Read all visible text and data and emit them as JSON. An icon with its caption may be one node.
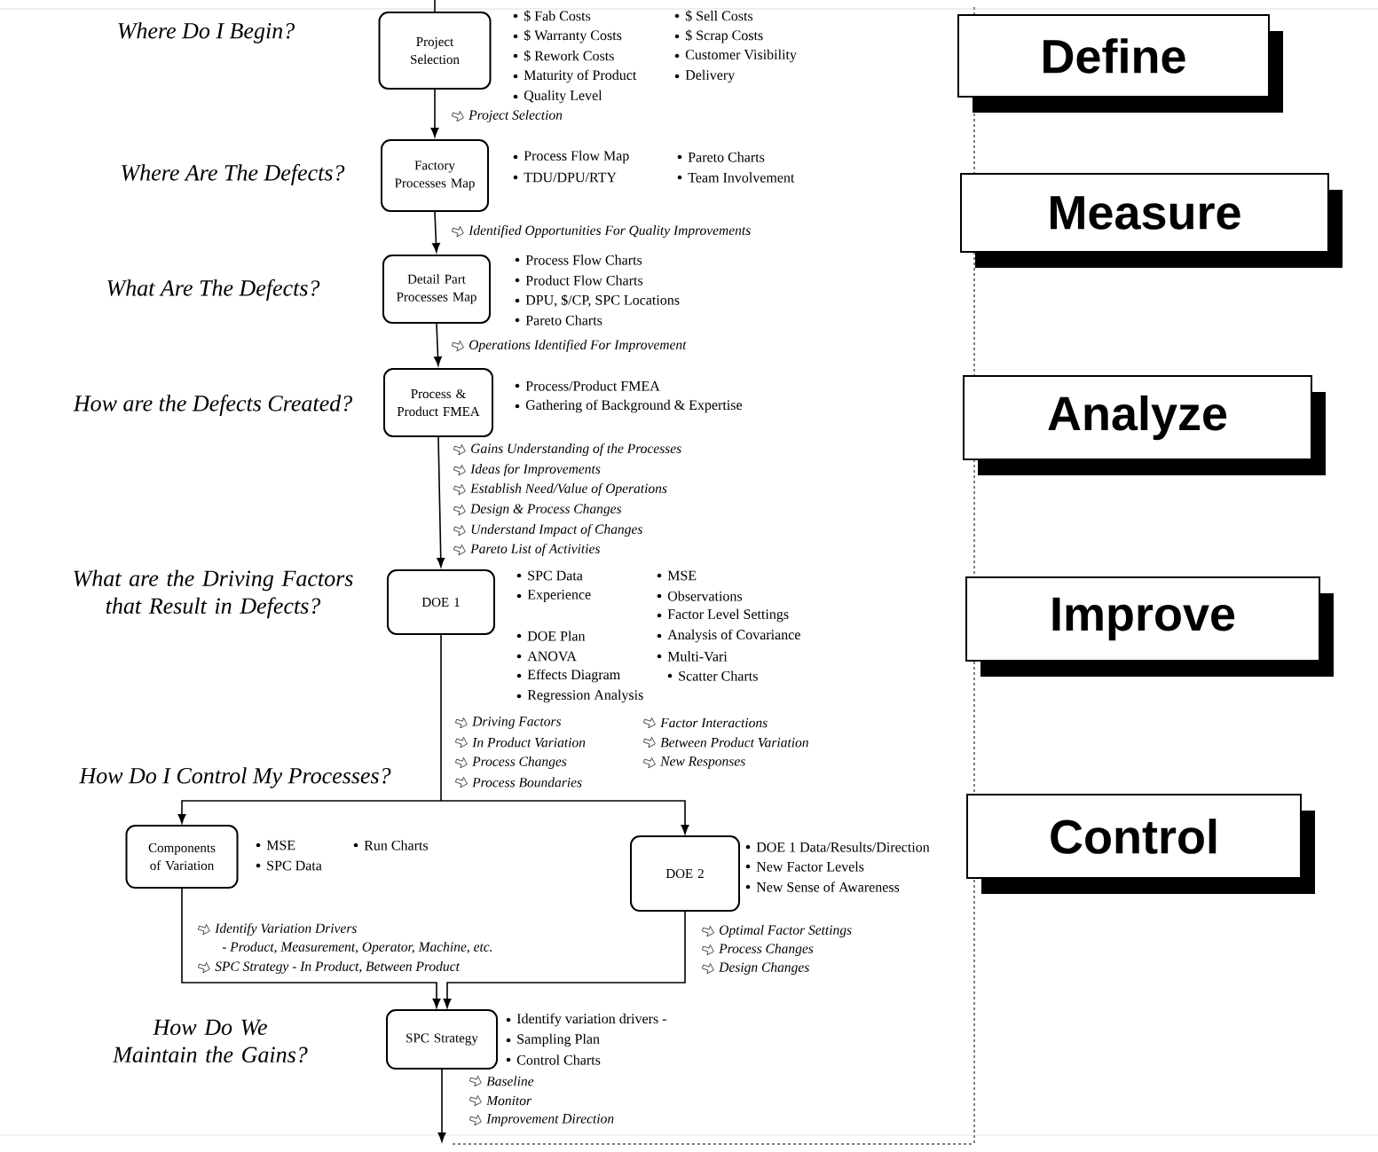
{
  "diagram": {
    "nodes": [
      {
        "text": [
          "Project Selection"
        ],
        "beside": [
          "$ Fab Costs",
          "$ Sell Costs",
          "$ Warranty Costs",
          "$ Scrap Costs",
          "$ Rework Costs",
          "Customer Visibility",
          "Maturity of Product",
          "Delivery",
          "Quality Level",
          "Project Selection"
        ]
      },
      {
        "text": [
          "Factory Processes Map"
        ],
        "beside": [
          "Process Flow Map",
          "Pareto Charts",
          "TDU/DPU/RTY",
          "Team Involvement",
          "Identified Opportunities For Quality Improvements"
        ]
      },
      {
        "text": [
          "Detail Part Processes Map"
        ],
        "beside": [
          "Process Flow Charts",
          "Product Flow Charts",
          "DPU, $/CP, SPC Locations",
          "Pareto Charts",
          "Operations Identified For Improvement"
        ]
      },
      {
        "text": [
          "Process & Product FMEA"
        ],
        "beside": [
          "Process/Product FMEA",
          "Gathering of Background & Expertise",
          "Gains Understanding of the Processes",
          "Ideas for Improvements",
          "Establish Need/Value of Operations",
          "Design & Process Changes",
          "Understand Impact of Changes",
          "Pareto List of Activities"
        ]
      },
      {
        "text": [
          "DOE 1"
        ],
        "beside": [
          "SPC Data",
          "MSE",
          "Experience",
          "Observations",
          "Factor Level Settings",
          "DOE Plan",
          "Analysis of Covariance",
          "ANOVA",
          "Multi-Vari",
          "Effects Diagram",
          "Scatter Charts",
          "Regression Analysis",
          "Driving Factors",
          "Factor Interactions",
          "In Product Variation",
          "Between Product Variation",
          "Process Changes",
          "New Responses",
          "Process Boundaries"
        ]
      },
      {
        "text": [
          "Components of Variation"
        ],
        "beside": [
          "MSE",
          "Run Charts",
          "SPC Data",
          "Identify Variation Drivers",
          "- Product, Measurement, Operator, Machine, etc.",
          "SPC Strategy - In Product, Between Product"
        ]
      },
      {
        "text": [
          "DOE 2"
        ],
        "beside": [
          "DOE 1 Data/Results/Direction",
          "New Factor Levels",
          "New Sense of Awareness",
          "Optimal Factor Settings",
          "Process Changes",
          "Design Changes"
        ]
      },
      {
        "text": [
          "SPC Strategy"
        ],
        "beside": [
          "Identify variation drivers -",
          "Sampling Plan",
          "Control Charts",
          "Baseline",
          "Monitor",
          "Improvement Direction"
        ]
      },
      {
        "text": [
          "Define"
        ]
      },
      {
        "text": [
          "Measure"
        ]
      },
      {
        "text": [
          "Analyze"
        ]
      },
      {
        "text": [
          "Improve"
        ]
      },
      {
        "text": [
          "Control"
        ]
      }
    ],
    "edges": [
      {
        "from": null,
        "to": 0,
        "arrow": "none"
      },
      {
        "from": 0,
        "to": 1,
        "arrow": "to"
      },
      {
        "from": 1,
        "to": 2,
        "arrow": "to"
      },
      {
        "from": 2,
        "to": 3,
        "arrow": "to"
      },
      {
        "from": 3,
        "to": 4,
        "arrow": "to"
      },
      {
        "from": 4,
        "to": 5,
        "arrow": "to"
      },
      {
        "from": 4,
        "to": 6,
        "arrow": "to"
      },
      {
        "from": 5,
        "to": 7,
        "arrow": "to"
      },
      {
        "from": 6,
        "to": 7,
        "arrow": "to"
      },
      {
        "from": 7,
        "to": null,
        "arrow": "to"
      }
    ],
    "labels": [
      "Where Do I Begin?",
      "Where Are The Defects?",
      "What Are The Defects?",
      "How are the Defects Created?",
      "What are the Driving Factors that Result in Defects?",
      "How Do I Control My Processes?",
      "How Do We Maintain the Gains?"
    ]
  }
}
